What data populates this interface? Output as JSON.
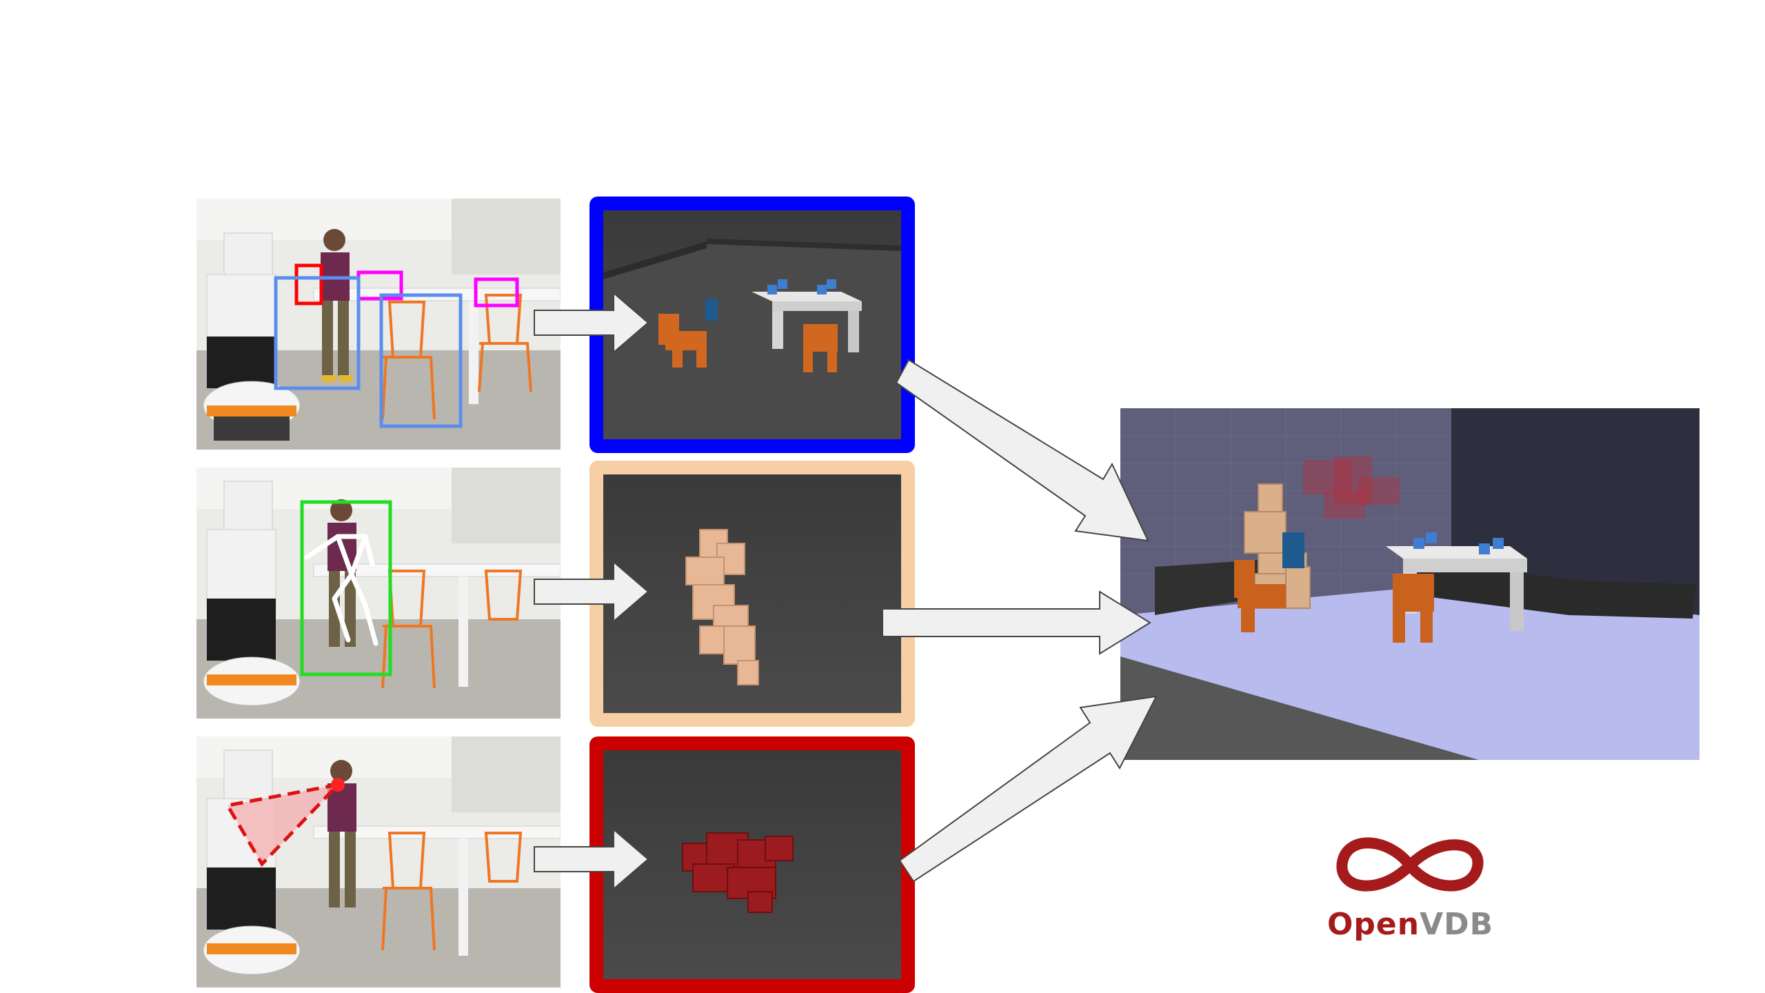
{
  "logo": {
    "text_primary": "Open",
    "text_secondary": "VDB",
    "colors": {
      "primary": "#a51b1b",
      "secondary": "#8a8a8a"
    }
  },
  "panels": [
    {
      "name": "objects-voxel-panel",
      "border_color": "#0000ff"
    },
    {
      "name": "human-voxel-panel",
      "border_color": "#f7cfa4"
    },
    {
      "name": "gaze-voxel-panel",
      "border_color": "#cc0000"
    }
  ],
  "annotations": {
    "object_boxes": [
      "#ff0000",
      "#ff00ff",
      "#5b8def"
    ],
    "person_box": "#22dd22",
    "skeleton": "#ffffff",
    "gaze_cone": "#ff3333"
  },
  "icons": [
    "infinity-logo-icon",
    "arrow-icon",
    "robot-icon",
    "chair-icon",
    "table-icon",
    "cup-icon"
  ]
}
